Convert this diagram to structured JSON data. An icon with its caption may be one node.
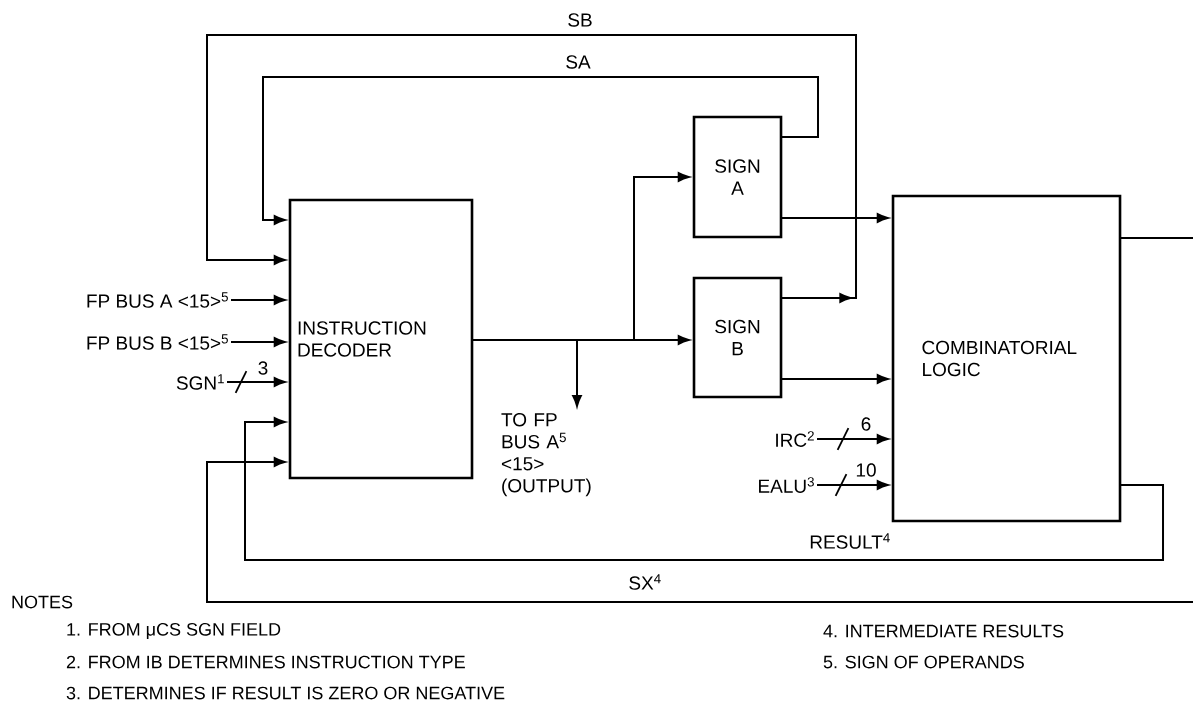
{
  "diagram": {
    "nodes": [
      {
        "text": [
          "INSTRUCTION DECODER"
        ]
      },
      {
        "text": [
          "SIGN A"
        ]
      },
      {
        "text": [
          "SIGN B"
        ]
      },
      {
        "text": [
          "COMBINATORIAL LOGIC"
        ]
      },
      {
        "text": [
          "FP BUS A <15>$^{5}$"
        ]
      },
      {
        "text": [
          "FP BUS B <15>$^{5}$"
        ]
      },
      {
        "text": [
          "SGN$^{1}$"
        ]
      },
      {
        "text": [
          "TO FP BUS A$^{5}$ <15> (OUTPUT)"
        ]
      },
      {
        "text": [
          "IRC$^{2}$"
        ]
      },
      {
        "text": [
          "EALU$^{3}$"
        ]
      }
    ],
    "edges": [
      {
        "from": 0,
        "to": 1,
        "arrow": "to"
      },
      {
        "from": 0,
        "to": 2,
        "arrow": "to"
      },
      {
        "from": 0,
        "to": 7,
        "arrow": "to"
      },
      {
        "from": 1,
        "to": 3,
        "arrow": "to"
      },
      {
        "from": 2,
        "to": 3,
        "arrow": "to"
      },
      {
        "from": 1,
        "to": 0,
        "arrow": "to",
        "label": "SA"
      },
      {
        "from": 2,
        "to": 0,
        "arrow": "to",
        "label": "SB"
      },
      {
        "from": 4,
        "to": 0,
        "arrow": "to"
      },
      {
        "from": 5,
        "to": 0,
        "arrow": "to"
      },
      {
        "from": 6,
        "to": 0,
        "arrow": "to",
        "label": "3"
      },
      {
        "from": 8,
        "to": 3,
        "arrow": "to",
        "label": "6"
      },
      {
        "from": 9,
        "to": 3,
        "arrow": "to",
        "label": "10"
      },
      {
        "from": 3,
        "to": null,
        "arrow": "none"
      },
      {
        "from": 3,
        "to": 0,
        "arrow": "to",
        "label": "RESULT$^{4}$"
      },
      {
        "from": null,
        "to": 0,
        "arrow": "to",
        "label": "SX$^{4}$"
      }
    ],
    "labels": [
      "NOTES",
      "1. FROM μCS SGN FIELD",
      "2. FROM IB DETERMINES INSTRUCTION TYPE",
      "3. DETERMINES IF RESULT IS ZERO OR NEGATIVE",
      "4. INTERMEDIATE RESULTS",
      "5. SIGN OF OPERANDS"
    ]
  }
}
